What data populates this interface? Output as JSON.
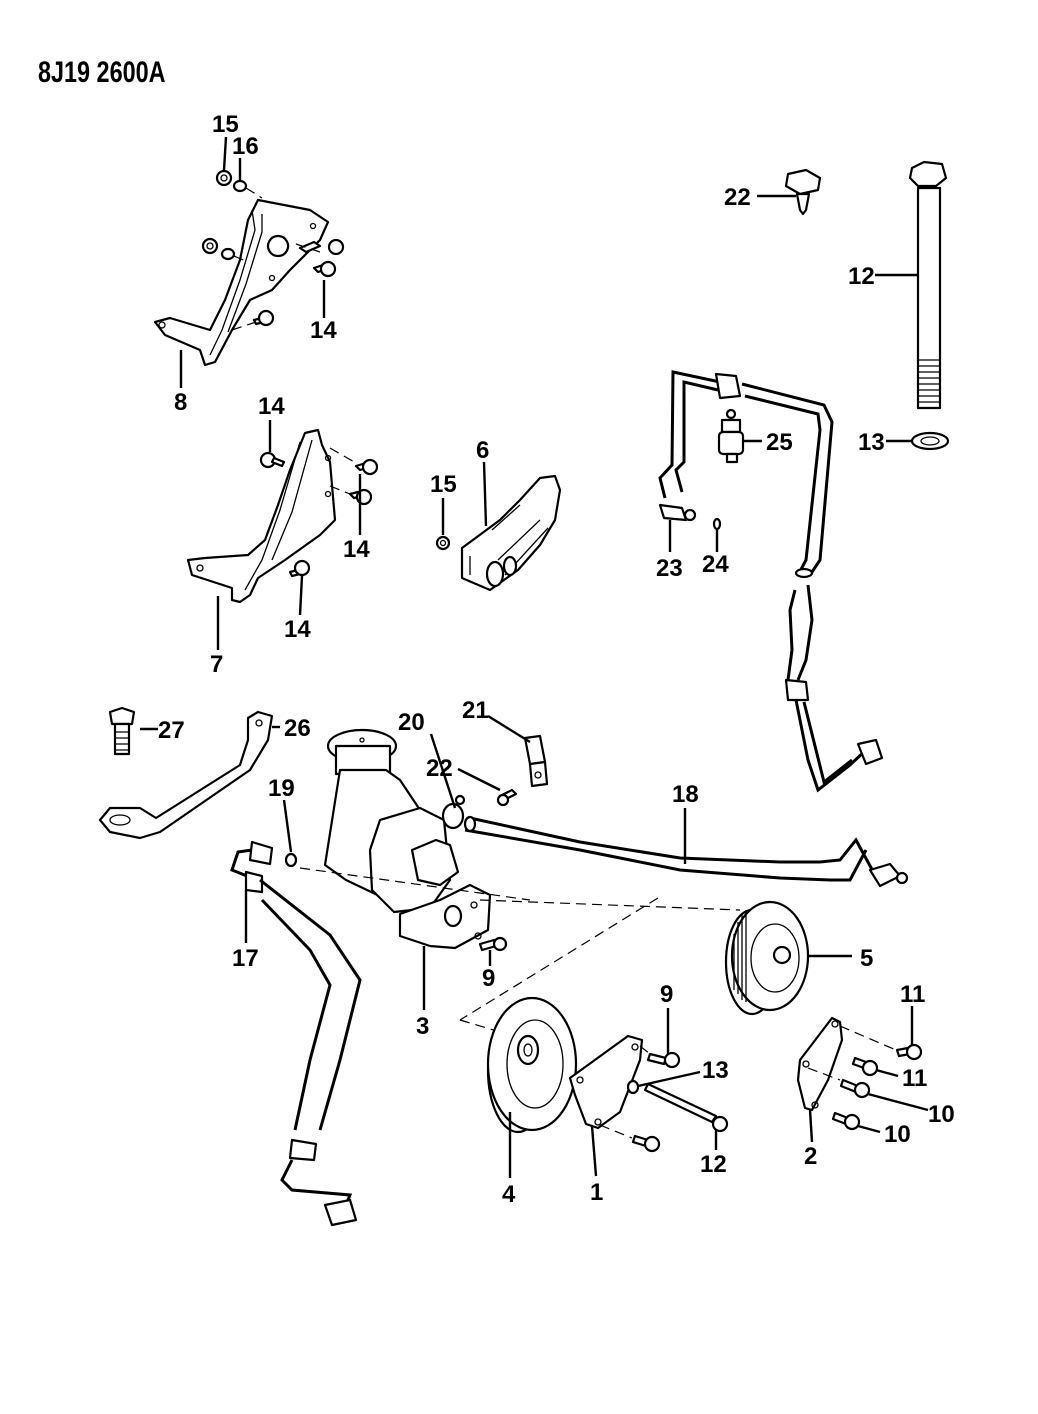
{
  "drawing_number": "8J19 2600A",
  "diagram_type": "exploded parts view - power steering pump, brackets, pulleys and hoses",
  "callouts": {
    "c1": "1",
    "c2": "2",
    "c3": "3",
    "c4": "4",
    "c5": "5",
    "c6": "6",
    "c7": "7",
    "c8": "8",
    "c9a": "9",
    "c9b": "9",
    "c10a": "10",
    "c10b": "10",
    "c11a": "11",
    "c11b": "11",
    "c12a": "12",
    "c12b": "12",
    "c13a": "13",
    "c13b": "13",
    "c14a": "14",
    "c14b": "14",
    "c14c": "14",
    "c14d": "14",
    "c15a": "15",
    "c15b": "15",
    "c16": "16",
    "c17": "17",
    "c18": "18",
    "c19": "19",
    "c20": "20",
    "c21": "21",
    "c22a": "22",
    "c22b": "22",
    "c23": "23",
    "c24": "24",
    "c25": "25",
    "c26": "26",
    "c27": "27"
  }
}
